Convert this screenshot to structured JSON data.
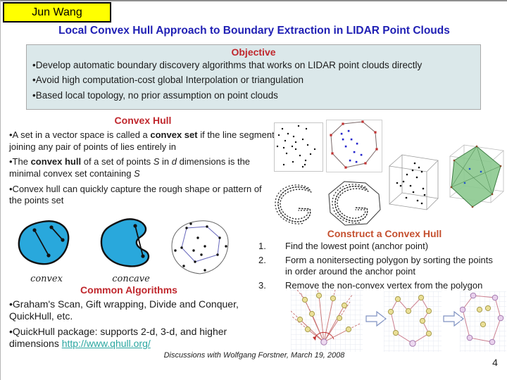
{
  "slide": {
    "author": "Jun Wang",
    "title": "Local Convex Hull Approach to Boundary Extraction in LIDAR Point Clouds",
    "page_number": "4",
    "footer_credit": "Discussions with Wolfgang Forstner, March 19, 2008"
  },
  "objective": {
    "heading": "Objective",
    "bullets": [
      "•Develop automatic boundary discovery algorithms that works on LIDAR point clouds directly",
      "•Avoid high computation-cost global Interpolation or triangulation",
      "•Based local topology, no prior assumption on point clouds"
    ]
  },
  "convex": {
    "heading": "Convex Hull",
    "b1": {
      "p0": "•A set in a vector space is called a ",
      "p1": "convex set",
      "p2": " if the line segment joining any pair of points of lies entirely in"
    },
    "b2": {
      "p0": "•The ",
      "p1": "convex hull",
      "p2": " of a set of points ",
      "p3": "S",
      "p4": " in ",
      "p5": "d",
      "p6": " dimensions is the minimal convex set containing ",
      "p7": "S"
    },
    "b3": "•Convex hull can quickly capture the rough shape or pattern of the points set"
  },
  "figures": {
    "convex_label": "convex",
    "concave_label": "concave"
  },
  "construct": {
    "heading": "Construct a Convex Hull",
    "steps": [
      {
        "num": "1.",
        "text": "Find the lowest point (anchor point)"
      },
      {
        "num": "2.",
        "text": "Form a nonitersecting  polygon by sorting the points in order around the anchor point"
      },
      {
        "num": "3.",
        "text": "Remove the non-convex vertex from the polygon"
      }
    ]
  },
  "algorithms": {
    "heading": "Common Algorithms",
    "b1": "•Graham's Scan, Gift wrapping, Divide and Conquer, QuickHull, etc.",
    "b2_pre": "•QuickHull package: supports 2-d, 3-d, and higher dimensions ",
    "link_text": "http://www.qhull.org/"
  },
  "colors": {
    "title_blue": "#1F1FB4",
    "heading_red": "#C0272D",
    "heading_orange": "#C5502F",
    "objective_box_bg": "#DBE8EA",
    "author_box_bg": "#FFFF00",
    "link_teal": "#2AA6A0",
    "blob_blue": "#29A8DC"
  }
}
